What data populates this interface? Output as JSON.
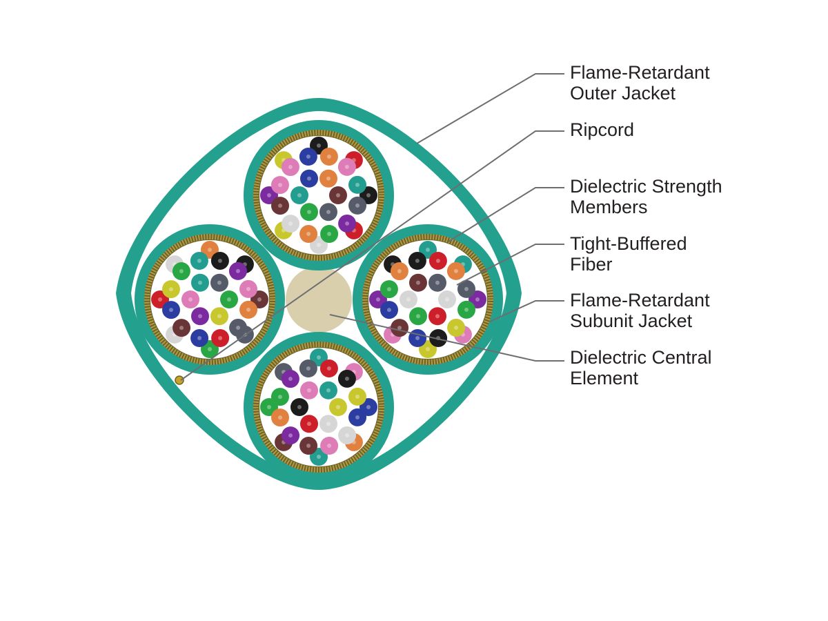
{
  "colors": {
    "jacket": "#24a08e",
    "jacket_shadow": "#1c8576",
    "strength_member": "#6b6328",
    "strength_member_light": "#b59a43",
    "central_element": "#d9cfad",
    "ripcord": "#c9a227",
    "leader_line": "#6d6e71"
  },
  "fiber_colors": {
    "blue": "#2b3da0",
    "orange": "#e0813f",
    "green": "#29a744",
    "brown": "#6a3537",
    "slate": "#555b69",
    "white": "#d6d6d6",
    "red": "#cd1f2a",
    "black": "#1c1c1c",
    "yellow": "#c8c72e",
    "violet": "#7b2aa0",
    "rose": "#dd7cb6",
    "aqua": "#229d8f"
  },
  "diagram": {
    "subunits": [
      {
        "name": "top-subunit",
        "fibers": [
          "black",
          "red",
          "white",
          "yellow",
          "violet",
          "yellow",
          "black",
          "red",
          "slate",
          "violet",
          "green",
          "orange",
          "white",
          "brown",
          "rose",
          "rose",
          "blue",
          "orange",
          "rose",
          "aqua",
          "brown",
          "slate",
          "green",
          "aqua",
          "blue",
          "orange"
        ]
      },
      {
        "name": "right-subunit",
        "fibers": [
          "violet",
          "rose",
          "yellow",
          "rose",
          "violet",
          "black",
          "aqua",
          "aqua",
          "green",
          "yellow",
          "black",
          "blue",
          "brown",
          "blue",
          "green",
          "orange",
          "black",
          "red",
          "orange",
          "slate",
          "white",
          "red",
          "green",
          "white",
          "brown",
          "slate"
        ]
      },
      {
        "name": "bottom-subunit",
        "fibers": [
          "blue",
          "orange",
          "aqua",
          "brown",
          "green",
          "slate",
          "aqua",
          "rose",
          "blue",
          "white",
          "rose",
          "brown",
          "violet",
          "orange",
          "green",
          "violet",
          "slate",
          "red",
          "black",
          "yellow",
          "yellow",
          "white",
          "red",
          "black",
          "rose",
          "aqua"
        ]
      },
      {
        "name": "left-subunit",
        "fibers": [
          "brown",
          "slate",
          "green",
          "white",
          "red",
          "white",
          "orange",
          "black",
          "orange",
          "slate",
          "red",
          "blue",
          "brown",
          "blue",
          "yellow",
          "green",
          "aqua",
          "black",
          "violet",
          "rose",
          "green",
          "yellow",
          "violet",
          "rose",
          "aqua",
          "slate"
        ]
      }
    ]
  },
  "callouts": [
    {
      "id": "outer-jacket",
      "line1": "Flame-Retardant",
      "line2": "Outer Jacket"
    },
    {
      "id": "ripcord",
      "line1": "Ripcord",
      "line2": ""
    },
    {
      "id": "strength-members",
      "line1": "Dielectric Strength",
      "line2": "Members"
    },
    {
      "id": "fiber",
      "line1": "Tight-Buffered",
      "line2": "Fiber"
    },
    {
      "id": "subunit-jacket",
      "line1": "Flame-Retardant",
      "line2": "Subunit Jacket"
    },
    {
      "id": "central-element",
      "line1": "Dielectric Central",
      "line2": "Element"
    }
  ]
}
